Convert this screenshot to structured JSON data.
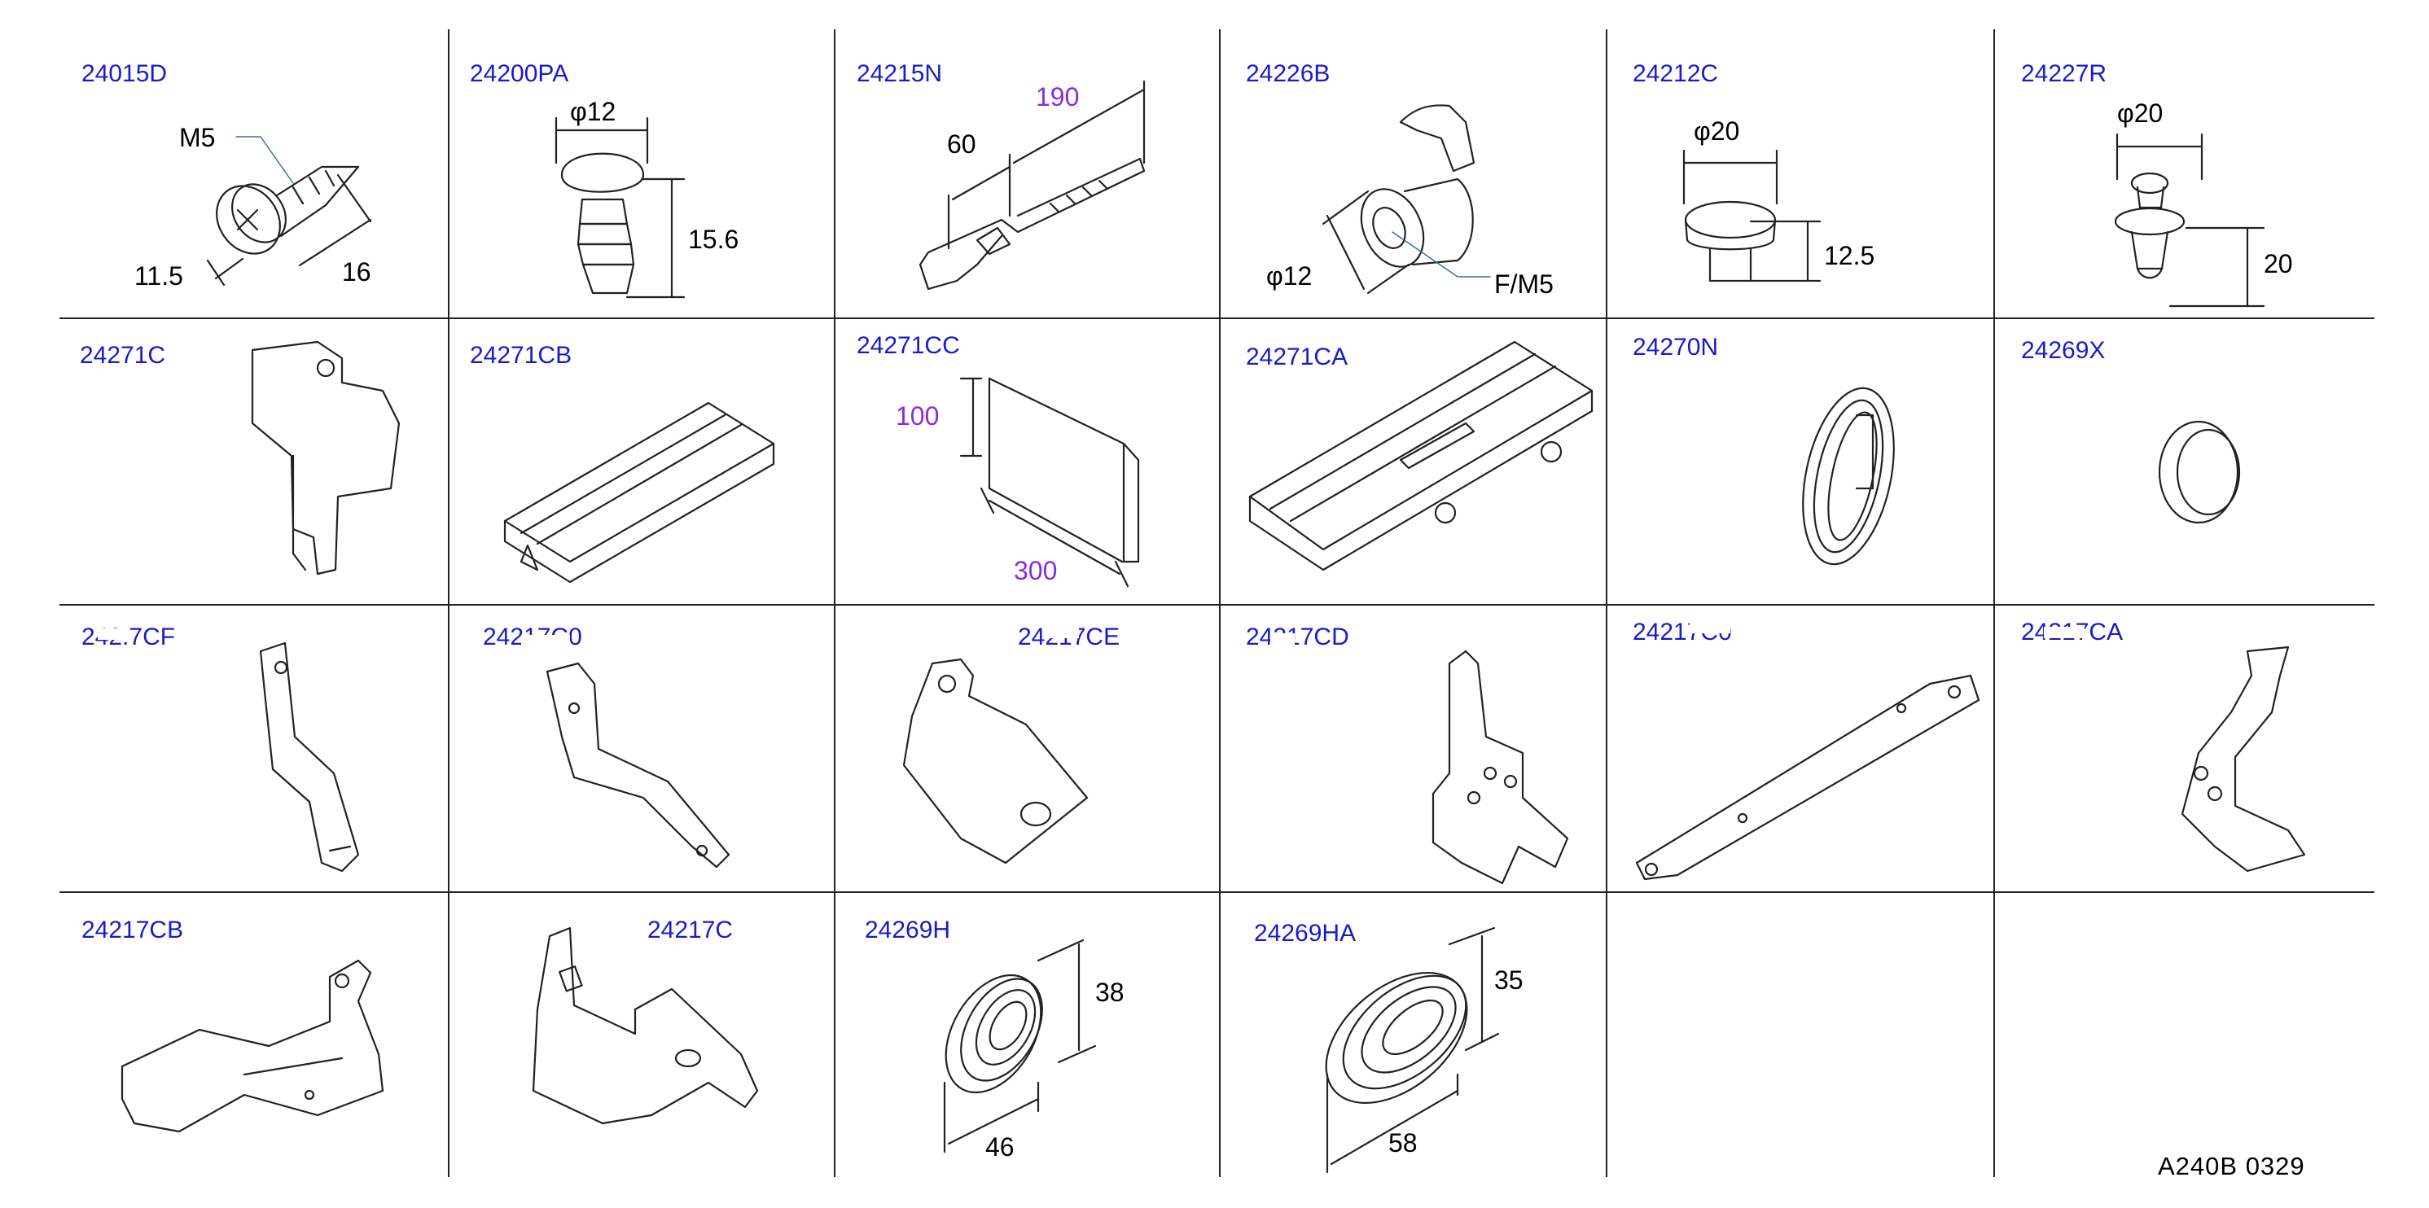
{
  "footer_code": "A240B  0329",
  "rows": [
    [
      {
        "pn": "24015D",
        "dims": [
          "M5",
          "11.5",
          "16"
        ]
      },
      {
        "pn": "24200PA",
        "dims": [
          "φ12",
          "15.6"
        ]
      },
      {
        "pn": "24215N",
        "dims": [
          "190",
          "60"
        ]
      },
      {
        "pn": "24226B",
        "dims": [
          "φ12",
          "F/M5"
        ]
      },
      {
        "pn": "24212C",
        "dims": [
          "φ20",
          "12.5"
        ]
      },
      {
        "pn": "24227R",
        "dims": [
          "φ20",
          "20"
        ]
      }
    ],
    [
      {
        "pn": "24271C",
        "dims": []
      },
      {
        "pn": "24271CB",
        "dims": []
      },
      {
        "pn": "24271CC",
        "dims": [
          "100",
          "300"
        ]
      },
      {
        "pn": "24271CA",
        "dims": []
      },
      {
        "pn": "24270N",
        "dims": []
      },
      {
        "pn": "24269X",
        "dims": []
      }
    ],
    [
      {
        "pn": "242.7CF",
        "dims": []
      },
      {
        "pn": "24217C0",
        "dims": []
      },
      {
        "pn": "24217CE",
        "dims": []
      },
      {
        "pn": "24217CD",
        "dims": []
      },
      {
        "pn": "24217C0",
        "dims": []
      },
      {
        "pn": "24217CA",
        "dims": []
      }
    ],
    [
      {
        "pn": "24217CB",
        "dims": []
      },
      {
        "pn": "24217C",
        "dims": []
      },
      {
        "pn": "24269H",
        "dims": [
          "38",
          "46"
        ]
      },
      {
        "pn": "24269HA",
        "dims": [
          "35",
          "58"
        ]
      },
      {
        "pn": "",
        "dims": []
      },
      {
        "pn": "",
        "dims": []
      }
    ]
  ],
  "colors": {
    "part_number": "#1a1acc",
    "dimension_accent": "#8a2be2",
    "line": "#222222"
  }
}
